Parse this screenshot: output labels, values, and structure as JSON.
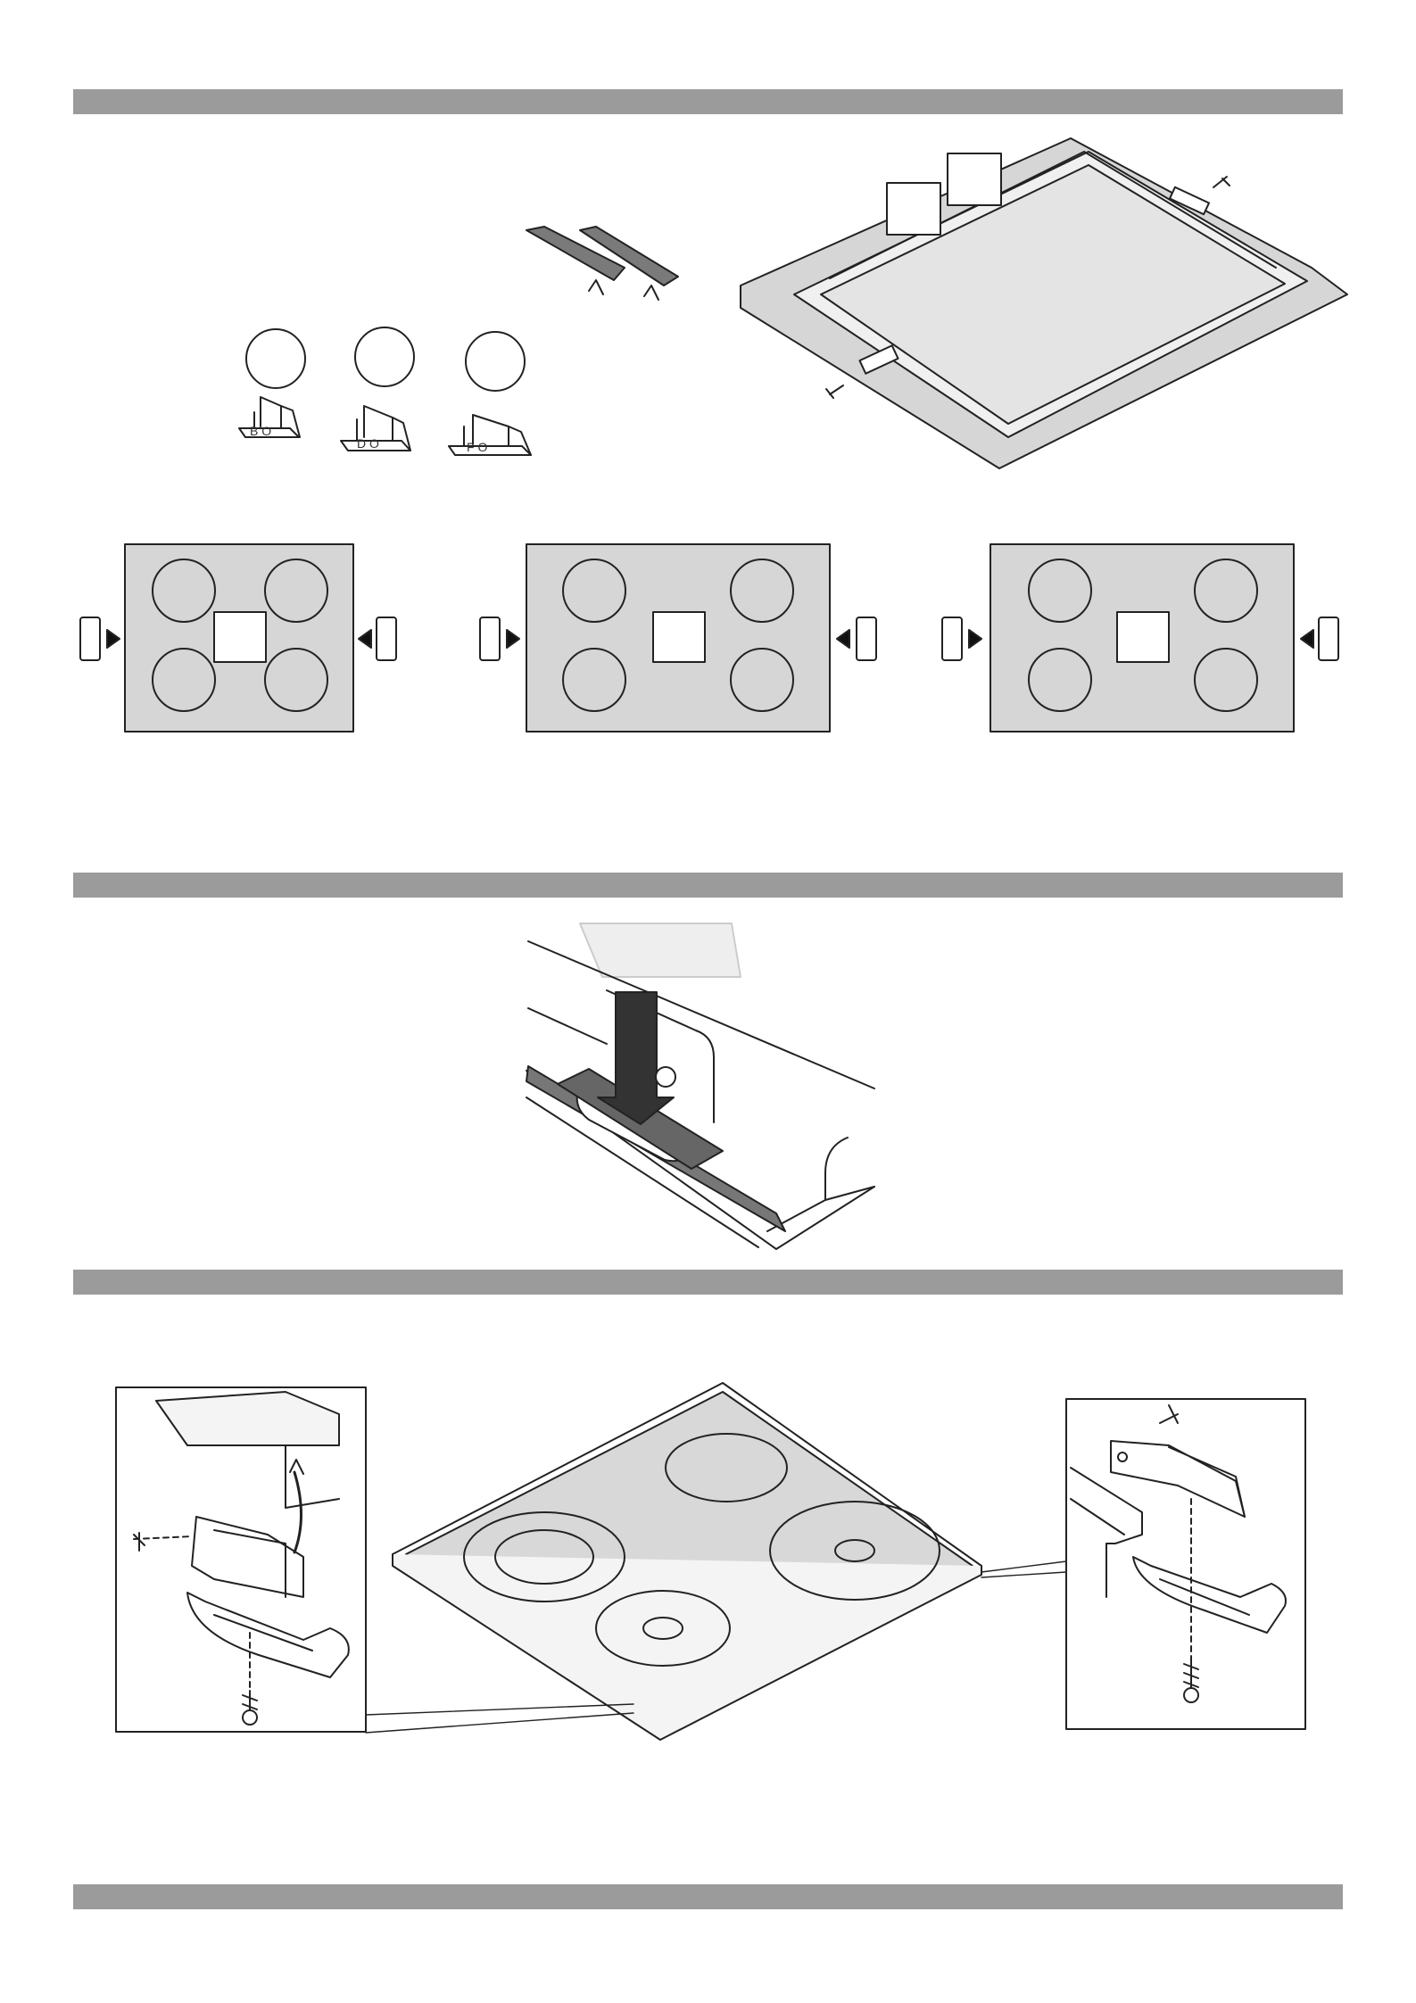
{
  "document": {
    "sections": [
      {
        "id": "section-1",
        "header_text": ""
      },
      {
        "id": "section-2",
        "header_text": ""
      },
      {
        "id": "section-3",
        "header_text": ""
      },
      {
        "id": "section-4",
        "header_text": ""
      }
    ],
    "bracket_labels": [
      "B O",
      "D O",
      "F O"
    ]
  }
}
